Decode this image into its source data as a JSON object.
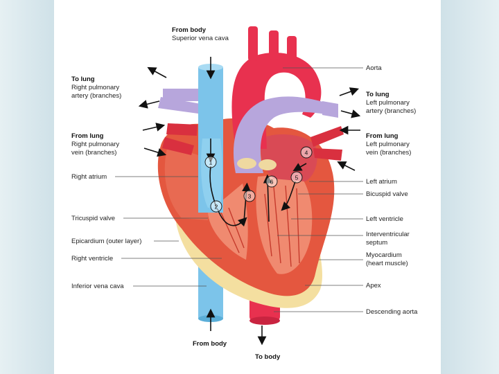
{
  "labels": {
    "from_body_top": "From body",
    "superior_vena_cava": "Superior vena cava",
    "to_lung_right": "To lung",
    "right_pulmonary_artery_1": "Right pulmonary",
    "right_pulmonary_artery_2": "artery (branches)",
    "from_lung_right": "From lung",
    "right_pulmonary_vein_1": "Right pulmonary",
    "right_pulmonary_vein_2": "vein (branches)",
    "right_atrium": "Right atrium",
    "tricuspid_valve": "Tricuspid valve",
    "epicardium": "Epicardium (outer layer)",
    "right_ventricle": "Right ventricle",
    "inferior_vena_cava": "Inferior vena cava",
    "from_body_bottom": "From body",
    "to_body": "To body",
    "aorta": "Aorta",
    "to_lung_left": "To lung",
    "left_pulmonary_artery_1": "Left pulmonary",
    "left_pulmonary_artery_2": "artery (branches)",
    "from_lung_left": "From lung",
    "left_pulmonary_vein_1": "Left pulmonary",
    "left_pulmonary_vein_2": "vein (branches)",
    "left_atrium": "Left atrium",
    "bicuspid_valve": "Bicuspid valve",
    "left_ventricle": "Left ventricle",
    "interventricular_septum_1": "Interventricular",
    "interventricular_septum_2": "septum",
    "myocardium_1": "Myocardium",
    "myocardium_2": "(heart muscle)",
    "apex": "Apex",
    "descending_aorta": "Descending aorta"
  },
  "steps": [
    "1",
    "2",
    "3",
    "4",
    "5",
    "6"
  ],
  "colors": {
    "vein_blue": "#7cc4ea",
    "artery_red": "#e8314f",
    "pulmonary_purple": "#b7a6dc",
    "muscle": "#e4573f",
    "fat": "#f4dfa0"
  }
}
